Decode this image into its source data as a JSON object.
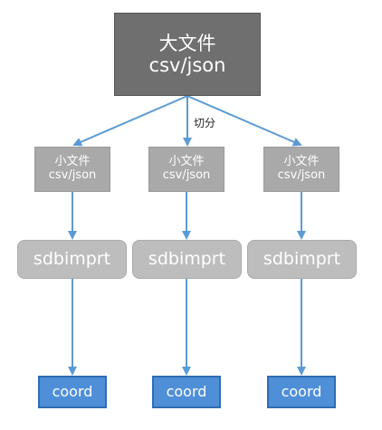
{
  "big_file": {
    "line1": "大文件",
    "line2": "csv/json"
  },
  "split_label": "切分",
  "columns": [
    {
      "small_file": {
        "line1": "小文件",
        "line2": "csv/json"
      },
      "tool": "sdbimprt",
      "target": "coord"
    },
    {
      "small_file": {
        "line1": "小文件",
        "line2": "csv/json"
      },
      "tool": "sdbimprt",
      "target": "coord"
    },
    {
      "small_file": {
        "line1": "小文件",
        "line2": "csv/json"
      },
      "tool": "sdbimprt",
      "target": "coord"
    }
  ],
  "colors": {
    "big_file_fill": "#6f6f6f",
    "small_file_fill": "#a9a9a9",
    "tool_fill": "#bdbdbd",
    "coord_fill": "#4f8fd8",
    "arrow": "#5b9bd5"
  }
}
